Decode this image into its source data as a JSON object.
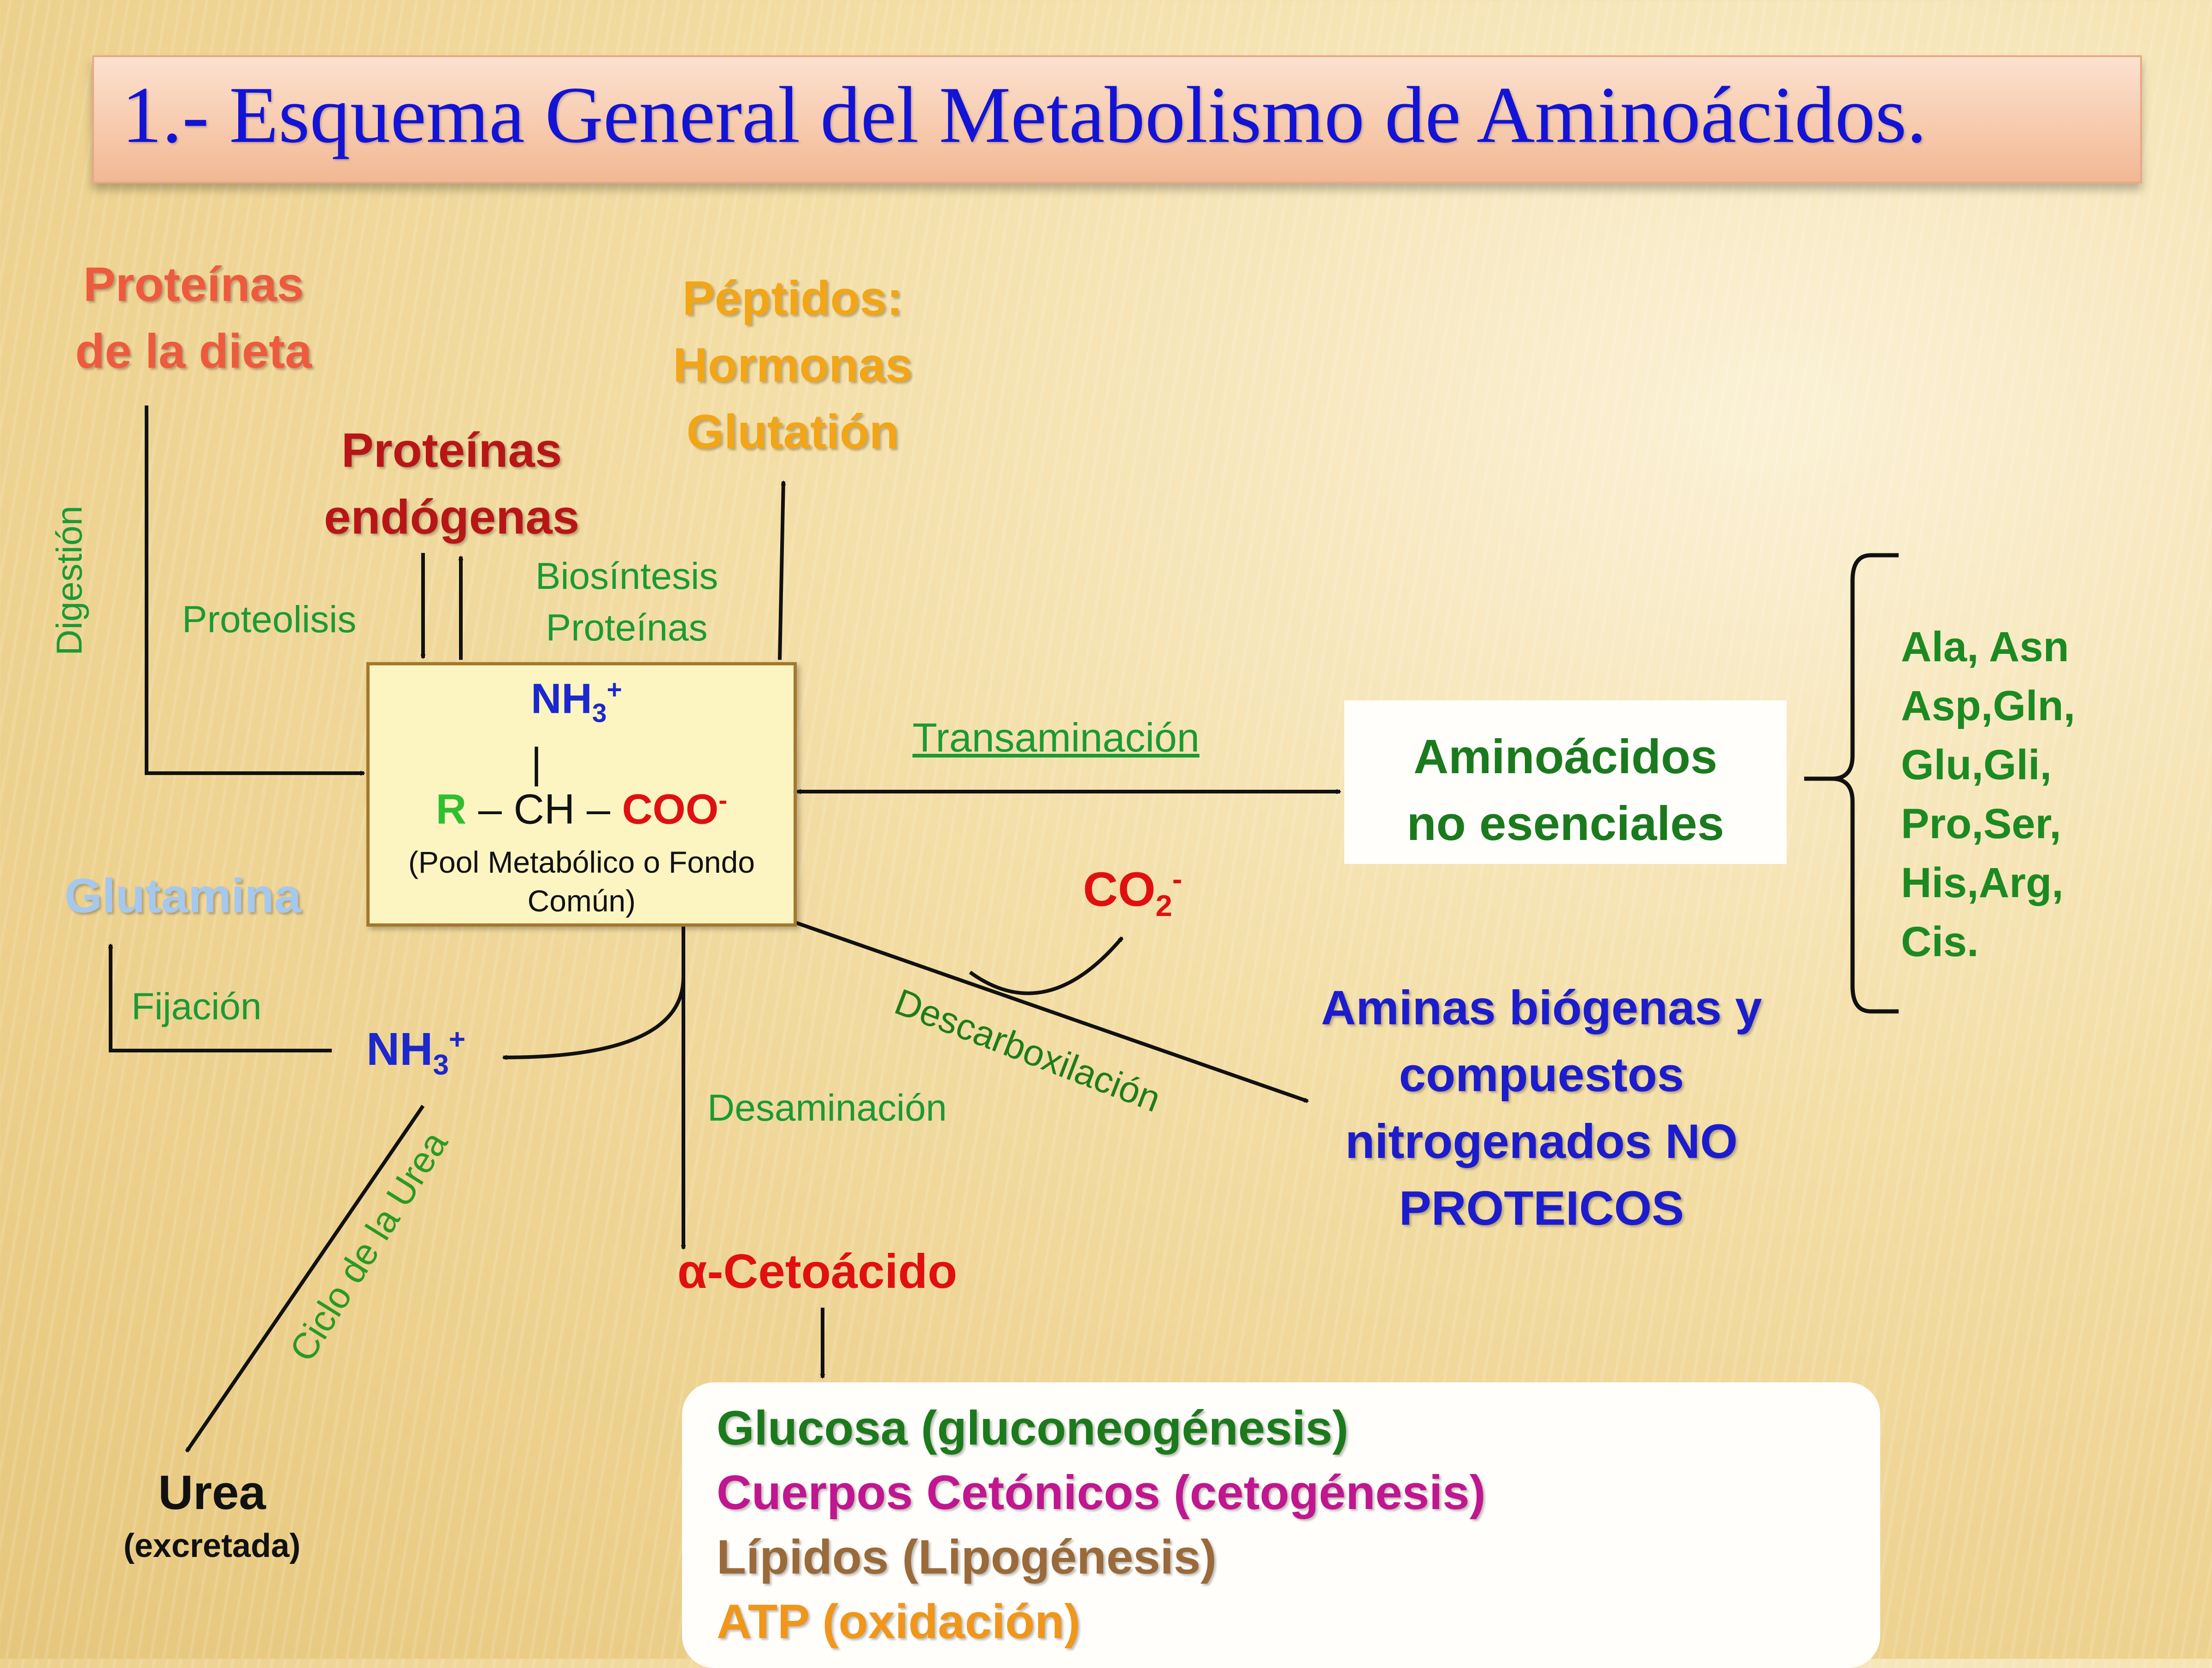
{
  "title": "1.- Esquema General del Metabolismo de Aminoácidos.",
  "nodes": {
    "proteinas_dieta": [
      "Proteínas",
      "de la dieta"
    ],
    "peptidos": [
      "Péptidos:",
      "Hormonas",
      "Glutatión"
    ],
    "proteinas_endogenas": [
      "Proteínas",
      "endógenas"
    ],
    "glutamina": "Glutamina",
    "nh3": "NH",
    "nh3_sub": "3",
    "nh3_sup": "+",
    "urea": "Urea",
    "urea_note": "(excretada)",
    "alfa_cetoacido": "α-Cetoácido",
    "co2": "CO",
    "co2_sub": "2",
    "co2_sup": "-",
    "aminoacidos_ne": [
      "Aminoácidos",
      "no esenciales"
    ],
    "aminas": [
      "Aminas biógenas y",
      "compuestos",
      "nitrogenados  NO",
      "PROTEICOS"
    ],
    "aa_list": [
      "Ala, Asn",
      "Asp,Gln,",
      "Glu,Gli,",
      "Pro,Ser,",
      "His,Arg,",
      "Cis."
    ]
  },
  "pool": {
    "nh3": "NH",
    "nh3_sub": "3",
    "nh3_sup": "+",
    "bar": "|",
    "r": "R",
    "dash1": " – ",
    "ch": "CH",
    "dash2": " – ",
    "coo": "COO",
    "coo_sup": "-",
    "caption": [
      "(Pool Metabólico o Fondo",
      "Común)"
    ]
  },
  "process_labels": {
    "digestion": "Digestión",
    "proteolisis": "Proteolisis",
    "biosintesis": [
      "Biosíntesis",
      "Proteínas"
    ],
    "transaminacion": "Transaminación",
    "fijacion": "Fijación",
    "descarboxilacion": "Descarboxilación",
    "desaminacion": "Desaminación",
    "ciclo_urea": "Ciclo de la Urea"
  },
  "outputs": [
    {
      "text": "Glucosa (gluconeogénesis)",
      "color": "#1c7a1c"
    },
    {
      "text": "Cuerpos Cetónicos (cetogénesis)",
      "color": "#c0168f"
    },
    {
      "text": "Lípidos (Lipogénesis)",
      "color": "#9a6a3a"
    },
    {
      "text": "ATP (oxidación)",
      "color": "#f0961a"
    }
  ],
  "colors": {
    "title": "#1313d6",
    "proteinas_dieta": "#ee5a3e",
    "peptidos": "#f2a516",
    "proteinas_endogenas": "#b81616",
    "glutamina": "#a5c8ee",
    "nh3": "#1c28cc",
    "process": "#1b9a34",
    "red": "#e01010",
    "green_r": "#2fbf2f",
    "aa_green": "#1c8a22",
    "ne_green": "#1b7a1e",
    "aminas_blue": "#1c1ccc"
  }
}
